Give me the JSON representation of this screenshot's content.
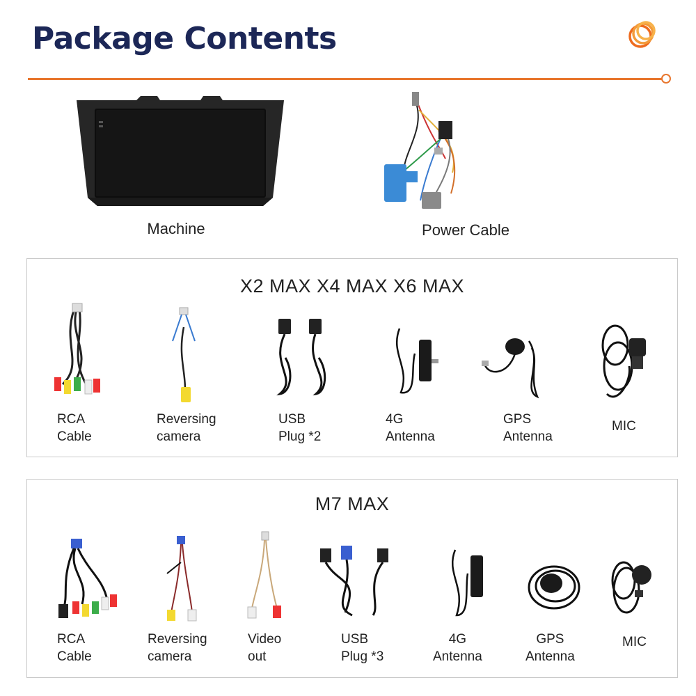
{
  "header": {
    "title": "Package Contents",
    "logo_icon": "orange-ring-logo-icon",
    "accent": "#e8762d",
    "title_color": "#1c2757"
  },
  "main_items": [
    {
      "label": "Machine",
      "icon": "head-unit-screen"
    },
    {
      "label": "Power Cable",
      "icon": "power-harness-cable"
    }
  ],
  "panels": [
    {
      "title": "X2 MAX   X4 MAX  X6 MAX",
      "items": [
        {
          "line1": "RCA",
          "line2": "Cable",
          "icon": "rca-cable"
        },
        {
          "line1": "Reversing",
          "line2": "camera",
          "icon": "reversing-camera-cable"
        },
        {
          "line1": "USB",
          "line2": "Plug *2",
          "icon": "usb-plug"
        },
        {
          "line1": "4G",
          "line2": "Antenna",
          "icon": "4g-antenna"
        },
        {
          "line1": "GPS",
          "line2": "Antenna",
          "icon": "gps-antenna"
        },
        {
          "line1": "MIC",
          "line2": "",
          "icon": "microphone"
        }
      ]
    },
    {
      "title": "M7 MAX",
      "items": [
        {
          "line1": "RCA",
          "line2": "Cable",
          "icon": "rca-cable"
        },
        {
          "line1": "Reversing",
          "line2": "camera",
          "icon": "reversing-camera-cable"
        },
        {
          "line1": "Video",
          "line2": "out",
          "icon": "video-out-cable"
        },
        {
          "line1": "USB",
          "line2": "Plug *3",
          "icon": "usb-plug"
        },
        {
          "line1": "4G",
          "line2": "Antenna",
          "icon": "4g-antenna"
        },
        {
          "line1": "GPS",
          "line2": "Antenna",
          "icon": "gps-antenna"
        },
        {
          "line1": "MIC",
          "line2": "",
          "icon": "microphone"
        }
      ]
    }
  ]
}
